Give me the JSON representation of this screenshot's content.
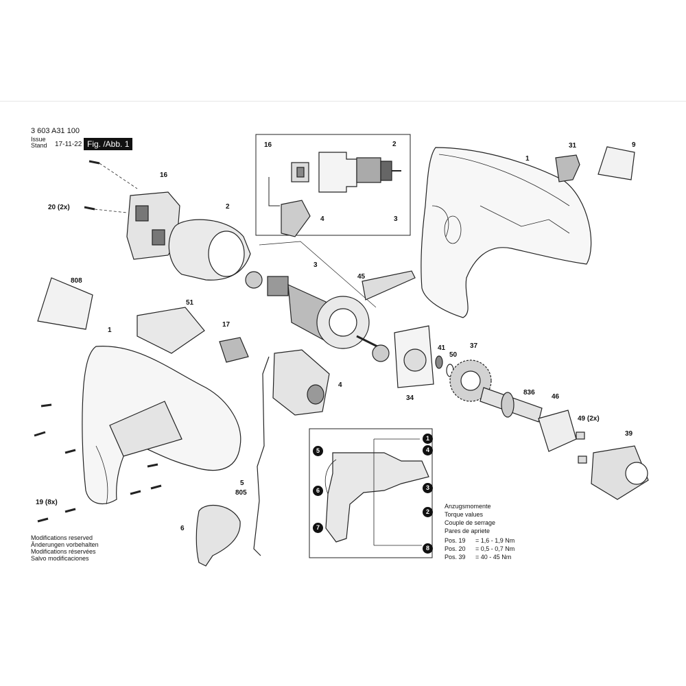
{
  "header": {
    "part_number": "3 603 A31 100",
    "issue_label": "Issue\nStand",
    "issue_date": "17-11-22",
    "figure": "Fig. /Abb. 1"
  },
  "part_labels": {
    "p1_top": "1",
    "p1_left": "1",
    "p2_inset": "2",
    "p2_main": "2",
    "p3_inset": "3",
    "p3_main": "3",
    "p4_inset": "4",
    "p4_main": "4",
    "p5": "5",
    "p805": "805",
    "p6": "6",
    "p9": "9",
    "p16_inset": "16",
    "p16_main": "16",
    "p17": "17",
    "p19": "19 (8x)",
    "p20": "20 (2x)",
    "p31": "31",
    "p34": "34",
    "p37": "37",
    "p39": "39",
    "p41": "41",
    "p45": "45",
    "p46": "46",
    "p49": "49 (2x)",
    "p50": "50",
    "p51": "51",
    "p808": "808",
    "p836": "836"
  },
  "callouts": [
    "1",
    "2",
    "3",
    "4",
    "5",
    "6",
    "7",
    "8"
  ],
  "modifications": [
    "Modifications reserved",
    "Änderungen vorbehalten",
    "Modifications réservées",
    "Salvo modificaciones"
  ],
  "torque": {
    "headings": [
      "Anzugsmomente",
      "Torque values",
      "Couple de serrage",
      "Pares de apriete"
    ],
    "rows": [
      {
        "pos": "Pos. 19",
        "value": "= 1,6 - 1,9 Nm"
      },
      {
        "pos": "Pos. 20",
        "value": "= 0,5 - 0,7 Nm"
      },
      {
        "pos": "Pos. 39",
        "value": "= 40 - 45 Nm"
      }
    ]
  }
}
